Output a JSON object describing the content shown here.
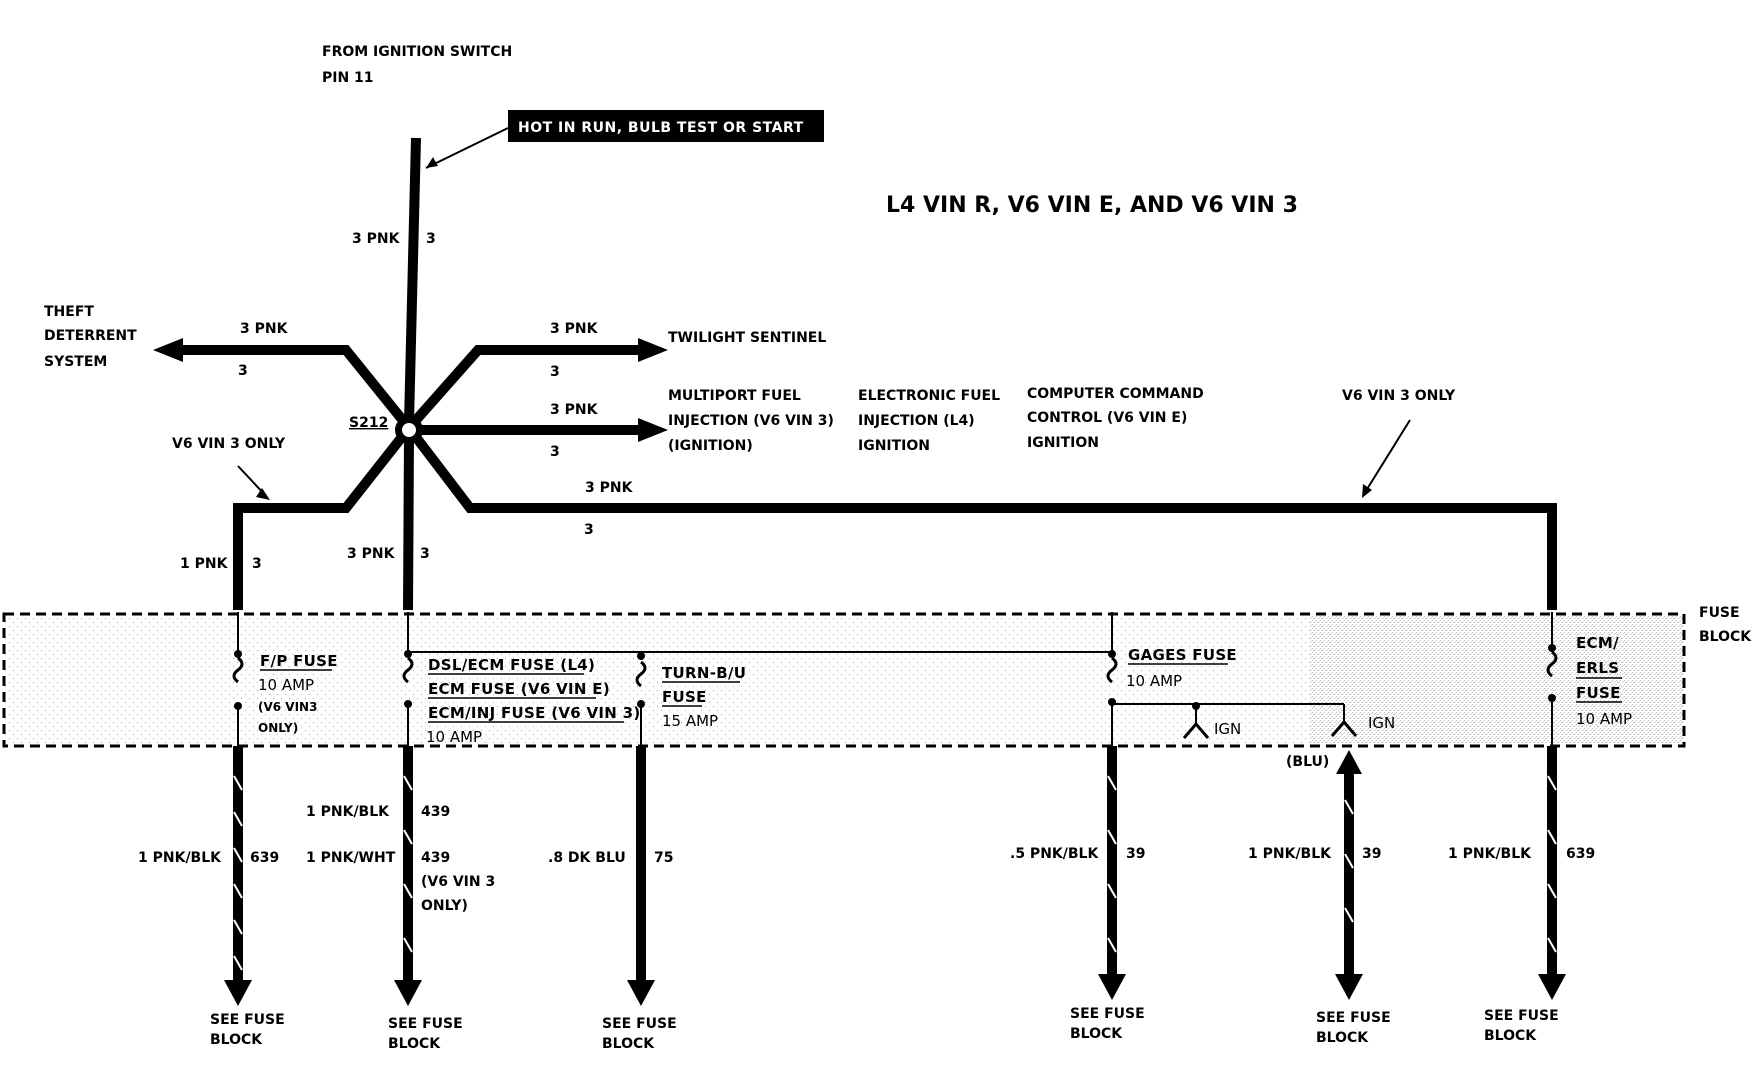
{
  "title": "L4 VIN R, V6 VIN E, AND V6 VIN 3",
  "source": {
    "line1": "FROM IGNITION SWITCH",
    "line2": "PIN 11",
    "callout": "HOT IN RUN, BULB TEST OR START"
  },
  "splice": {
    "id": "S212"
  },
  "wire_labels": {
    "main_top_name": "3 PNK",
    "main_top_num": "3",
    "theft_name": "3 PNK",
    "theft_num": "3",
    "twilight_name": "3 PNK",
    "twilight_num": "3",
    "mpfi_name": "3 PNK",
    "mpfi_num": "3",
    "ecm_name": "3 PNK",
    "ecm_num": "3",
    "fp_name": "1 PNK",
    "fp_num": "3",
    "main_low_name": "3 PNK",
    "main_low_num": "3"
  },
  "destinations": {
    "theft": [
      "THEFT",
      "DETERRENT",
      "SYSTEM"
    ],
    "twilight": "TWILIGHT SENTINEL",
    "mpfi": [
      "MULTIPORT FUEL",
      "INJECTION (V6 VIN 3)",
      "(IGNITION)"
    ],
    "efi": [
      "ELECTRONIC FUEL",
      "INJECTION (L4)",
      "IGNITION"
    ],
    "ccc": [
      "COMPUTER COMMAND",
      "CONTROL (V6 VIN E)",
      "IGNITION"
    ],
    "v6_only_left": "V6 VIN 3 ONLY",
    "v6_only_right": "V6 VIN 3 ONLY"
  },
  "fuse_block": {
    "label": [
      "FUSE",
      "BLOCK"
    ],
    "fuses": [
      {
        "name": "F/P FUSE",
        "rating": "10 AMP",
        "note1": "(V6 VIN3",
        "note2": "ONLY)"
      },
      {
        "name1": "DSL/ECM FUSE (L4)",
        "name2": "ECM FUSE (V6 VIN E)",
        "name3": "ECM/INJ FUSE (V6 VIN 3)",
        "rating": "10 AMP"
      },
      {
        "name1": "TURN-B/U",
        "name2": "FUSE",
        "rating": "15 AMP"
      },
      {
        "name": "GAGES FUSE",
        "rating": "10 AMP"
      },
      {
        "name1": "ECM/",
        "name2": "ERLS",
        "name3": "FUSE",
        "rating": "10 AMP"
      }
    ],
    "ign_left": "IGN",
    "ign_right": "IGN"
  },
  "outputs": [
    {
      "name": "1 PNK/BLK",
      "num": "639",
      "see": [
        "SEE FUSE",
        "BLOCK"
      ]
    },
    {
      "name_a": "1 PNK/BLK",
      "num_a": "439",
      "name_b": "1 PNK/WHT",
      "num_b": "439",
      "note1": "(V6 VIN 3",
      "note2": "ONLY)",
      "see": [
        "SEE FUSE",
        "BLOCK"
      ]
    },
    {
      "name": ".8 DK BLU",
      "num": "75",
      "see": [
        "SEE FUSE",
        "BLOCK"
      ]
    },
    {
      "name": ".5 PNK/BLK",
      "num": "39",
      "see": [
        "SEE FUSE",
        "BLOCK"
      ]
    },
    {
      "name": "1 PNK/BLK",
      "num": "39",
      "color": "(BLU)",
      "see": [
        "SEE FUSE",
        "BLOCK"
      ]
    },
    {
      "name": "1 PNK/BLK",
      "num": "639",
      "see": [
        "SEE FUSE",
        "BLOCK"
      ]
    }
  ]
}
